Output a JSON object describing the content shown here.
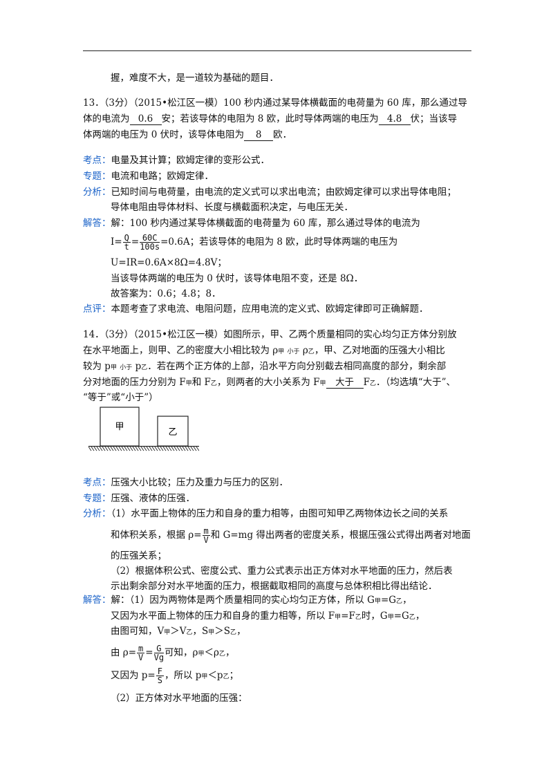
{
  "intro_tail": "握，难度不大，是一道较为基础的题目．",
  "labels": {
    "kaodian": "考点：",
    "zhuanti": "专题：",
    "fenxi": "分析：",
    "jieda": "解答：",
    "dianping": "点评："
  },
  "q13": {
    "line1": "13．（3分）（2015•松江区一模）100 秒内通过某导体横截面的电荷量为 60 库，那么通过导",
    "line2_a": "体的电流为",
    "ans1": "0.6",
    "line2_b": "安；若该导体的电阻为 8 欧，此时导体两端的电压为",
    "ans2": "4.8",
    "line2_c": "伏；当该导",
    "line3_a": "体两端的电压为 0 伏时，该导体电阻为",
    "ans3": "8",
    "line3_b": "欧．",
    "kaodian": "电量及其计算；欧姆定律的变形公式．",
    "zhuanti": "电流和电路；欧姆定律．",
    "fenxi1": "已知时间与电荷量，由电流的定义式可以求出电流；由欧姆定律可以求出导体电阻；",
    "fenxi2": "导体电阻由导体材料、长度与横截面积决定，与电压无关．",
    "jieda1": "解：100 秒内通过某导体横截面的电荷量为 60 库，那么通过导体的电流为",
    "jieda2_a": "I=",
    "frac1_num": "Q",
    "frac1_den": "t",
    "equals": "=",
    "frac2_num": "60C",
    "frac2_den": "100s",
    "jieda2_b": "=0.6A；若该导体的电阻为 8 欧，此时导体两端的电压为",
    "jieda3": "U=IR=0.6A×8Ω=4.8V；",
    "jieda4": "当该导体两端的电压为 0 伏时，该导体电阻不变，还是 8Ω．",
    "jieda5": "故答案为：0.6；4.8；8．",
    "dianping": "本题考查了求电流、电阻问题，应用电流的定义式、欧姆定律即可正确解题．"
  },
  "q14": {
    "line1": "14．（3分）（2015•松江区一模）如图所示，甲、乙两个质量相同的实心均匀正方体分别放",
    "line2_a": "在水平地面上，则甲、乙的密度大小相比较为 ρ",
    "jia": "甲",
    "yi": "乙",
    "xiaoyu": "小于",
    "dayu": "大于",
    "rho": "ρ",
    "p": "p",
    "F": "F",
    "line2_b": "，甲、乙对地面的压强大小相比",
    "line3_a": "较为 p",
    "line3_b": "．若在两个正方体的上部，沿水平方向分别截去相同高度的部分，剩余部",
    "line4_a": "分对地面的压力分别为 F",
    "line4_b": "和 F",
    "line4_c": "，则两者的大小关系为 F",
    "line4_d": "．（均选填“大于”、",
    "line5": "“等于”或“小于”）",
    "fig_jia": "甲",
    "fig_yi": "乙",
    "kaodian": "压强大小比较；压力及重力与压力的区别．",
    "zhuanti": "压强、液体的压强．",
    "fenxi1": "（1）水平面上物体的压力和自身的重力相等，由图可知甲乙两物体边长之间的关系",
    "fenxi2_a": "和体积关系，根据 ρ=",
    "fm": "m",
    "fV": "V",
    "fG": "G",
    "fVg": "Vg",
    "fF": "F",
    "fS": "S",
    "fenxi2_b": "和 G=mg 得出两者的密度关系，根据压强公式得出两者对地面",
    "fenxi3": "的压强关系；",
    "fenxi4": "（2）根据体积公式、密度公式、重力公式表示出正方体对水平地面的压力，然后表",
    "fenxi5": "示出剩余部分对水平地面的压力，根据截取相同的高度与总体积相比得出结论．",
    "jieda1_a": "解：（1）因为两物体是两个质量相同的实心均匀正方体，所以 G",
    "jieda1_b": "=G",
    "jieda1_c": "，",
    "jieda2_a": "又因为水平面上物体的压力和自身的重力相等，所以 F",
    "jieda2_b": "=F",
    "jieda2_c": "时，G",
    "jieda3_a": "由图可知，V",
    "jieda3_b": "＞V",
    "jieda3_c": "，S",
    "jieda3_d": "＞S",
    "jieda4_a": "由 ρ=",
    "jieda4_b": "可知，ρ",
    "jieda4_c": "＜ρ",
    "jieda5_a": "又因为 p=",
    "jieda5_b": "，所以 p",
    "jieda5_c": "＜p",
    "jieda5_d": "；",
    "jieda6": "（2）正方体对水平地面的压强："
  }
}
